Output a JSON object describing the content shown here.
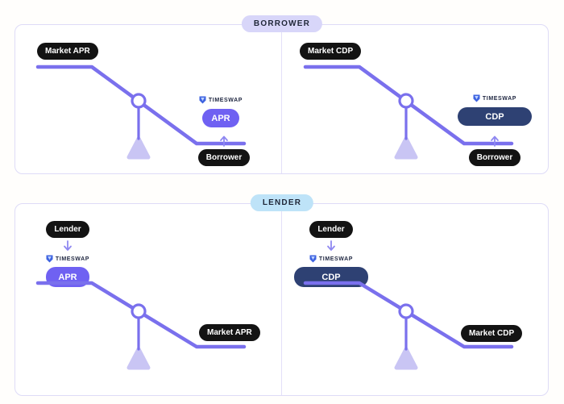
{
  "panels": [
    {
      "badge": "BORROWER",
      "quadrants": [
        {
          "market_label": "Market APR",
          "protocol_name": "TIMESWAP",
          "metric_label": "APR",
          "actor_label": "Borrower"
        },
        {
          "market_label": "Market CDP",
          "protocol_name": "TIMESWAP",
          "metric_label": "CDP",
          "actor_label": "Borrower"
        }
      ]
    },
    {
      "badge": "LENDER",
      "quadrants": [
        {
          "actor_label": "Lender",
          "protocol_name": "TIMESWAP",
          "metric_label": "APR",
          "market_label": "Market APR"
        },
        {
          "actor_label": "Lender",
          "protocol_name": "TIMESWAP",
          "metric_label": "CDP",
          "market_label": "Market CDP"
        }
      ]
    }
  ],
  "icons": {
    "timeswap_logo": "timeswap-logo-icon",
    "up_arrow": "up-arrow-icon",
    "down_arrow": "down-arrow-icon"
  },
  "colors": {
    "seesaw_line": "#7A70ED",
    "fulcrum_triangle": "#C9C5F4",
    "apr_button_bg": "#6F61F2",
    "cdp_button_bg": "#2E4173",
    "black_pill_bg": "#131313",
    "borrower_badge_bg": "#D8D6F9",
    "lender_badge_bg": "#BEE3F8",
    "panel_border": "#DEDBF7",
    "arrow": "#8F88F1",
    "logo_blue": "#3E63E0"
  }
}
